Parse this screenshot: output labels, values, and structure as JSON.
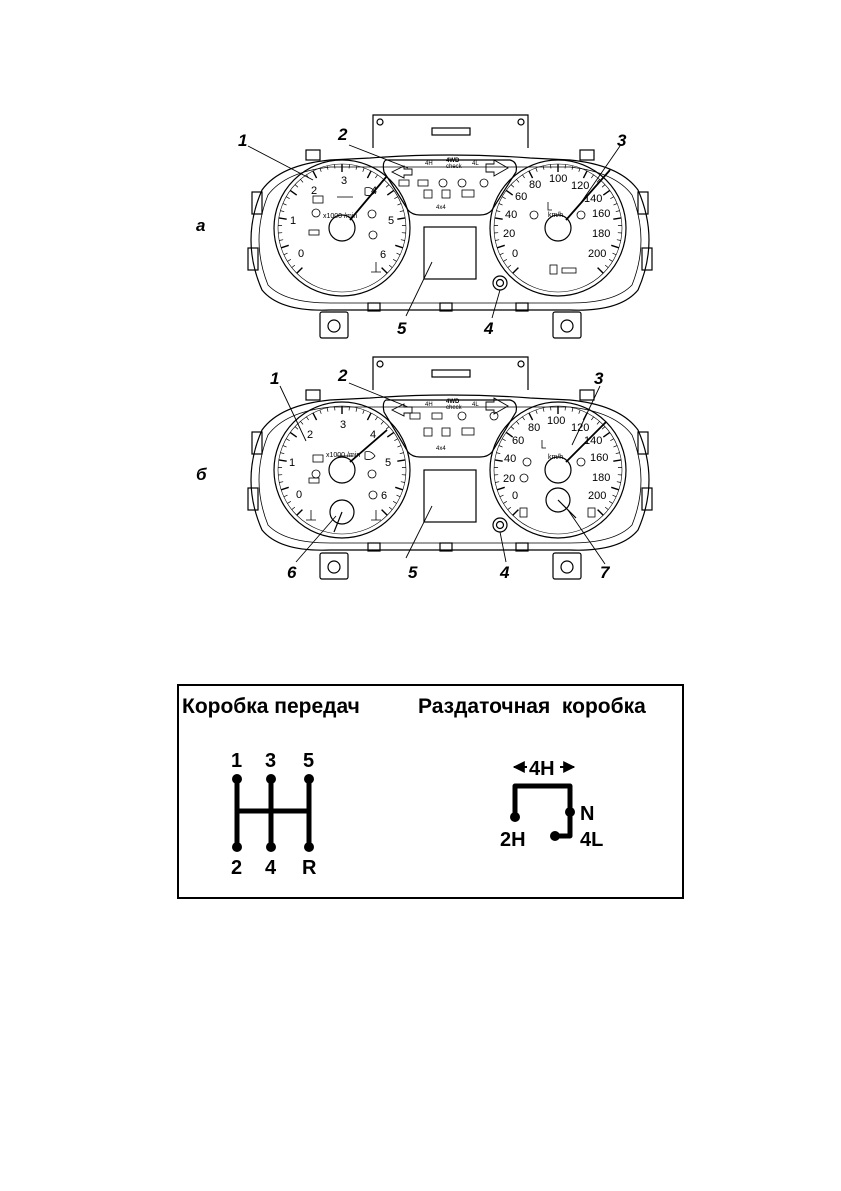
{
  "cluster_a": {
    "variant_label": "а",
    "callouts": [
      "1",
      "2",
      "3",
      "4",
      "5"
    ],
    "tacho_scale": [
      "0",
      "1",
      "2",
      "3",
      "4",
      "5",
      "6"
    ],
    "tacho_unit": "x1000 /min",
    "speedo_scale": [
      "0",
      "20",
      "40",
      "60",
      "80",
      "100",
      "120",
      "140",
      "160",
      "180",
      "200"
    ],
    "speedo_unit": "km/h",
    "indicators": [
      "4H",
      "4WD",
      "4L",
      "4x4"
    ],
    "indicator_sub": "check"
  },
  "cluster_b": {
    "variant_label": "б",
    "callouts": [
      "1",
      "2",
      "3",
      "4",
      "5",
      "6",
      "7"
    ],
    "tacho_scale": [
      "0",
      "1",
      "2",
      "3",
      "4",
      "5",
      "6"
    ],
    "tacho_unit": "x1000 /min",
    "speedo_scale": [
      "0",
      "20",
      "40",
      "60",
      "80",
      "100",
      "120",
      "140",
      "160",
      "180",
      "200"
    ],
    "speedo_unit": "km/h",
    "indicators": [
      "4H",
      "4WD",
      "4L",
      "4x4"
    ],
    "indicator_sub": "check"
  },
  "shift_panel": {
    "gearbox_title": "Коробка передач",
    "transfer_title": "Раздаточная  коробка",
    "gears_top": [
      "1",
      "3",
      "5"
    ],
    "gears_bottom": [
      "2",
      "4",
      "R"
    ],
    "transfer": {
      "high4": "4H",
      "neutral": "N",
      "high2": "2H",
      "low4": "4L"
    }
  }
}
